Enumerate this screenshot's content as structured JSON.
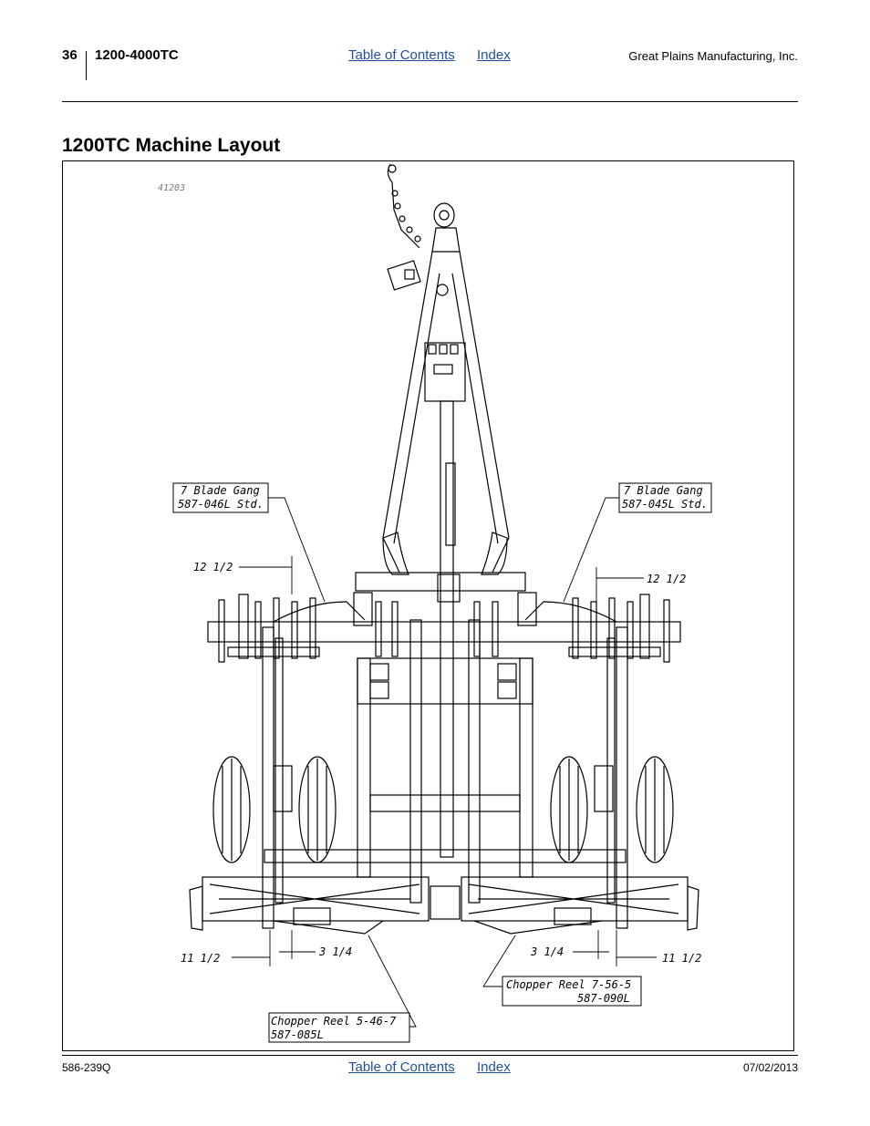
{
  "header": {
    "page_number": "36",
    "model": "1200-4000TC",
    "toc_link": "Table of Contents",
    "index_link": "Index",
    "company": "Great Plains Manufacturing, Inc."
  },
  "section_title": "1200TC Machine Layout",
  "figure": {
    "figure_id": "41203",
    "callouts": {
      "left_gang_line1": "7 Blade Gang",
      "left_gang_line2": "587-046L Std.",
      "right_gang_line1": "7 Blade Gang",
      "right_gang_line2": "587-045L Std.",
      "reel_right_line1": "Chopper Reel 7-56-5",
      "reel_right_line2": "587-090L",
      "reel_left_line1": "Chopper Reel 5-46-7",
      "reel_left_line2": "587-085L"
    },
    "dimensions": {
      "upper_left": "12 1/2",
      "upper_right": "12 1/2",
      "lower_left_outer": "11 1/2",
      "lower_left_inner": "3 1/4",
      "lower_right_inner": "3 1/4",
      "lower_right_outer": "11 1/2"
    }
  },
  "footer": {
    "doc_number": "586-239Q",
    "toc_link": "Table of Contents",
    "index_link": "Index",
    "date": "07/02/2013"
  }
}
